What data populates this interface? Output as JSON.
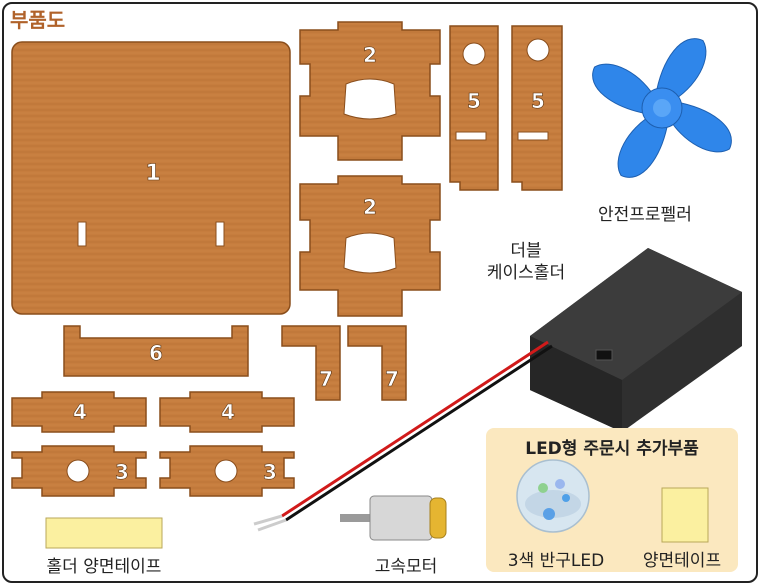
{
  "title": "부품도",
  "parts": {
    "p1": "1",
    "p2": "2",
    "p3": "3",
    "p4": "4",
    "p5": "5",
    "p6": "6",
    "p7": "7"
  },
  "labels": {
    "propeller": "안전프로펠러",
    "battery_holder_line1": "더블",
    "battery_holder_line2": "케이스홀더",
    "holder_tape": "홀더 양면테이프",
    "motor": "고속모터",
    "led_box_title": "LED형 주문시 추가부품",
    "led": "3색 반구LED",
    "tape": "양면테이프"
  },
  "colors": {
    "wood": "#c67d3e",
    "wood_edge": "#8a4e1c",
    "propeller": "#2f86ea",
    "battery": "#333333",
    "tape": "#fbf0a0",
    "led_box_bg": "#fbe8bf"
  }
}
